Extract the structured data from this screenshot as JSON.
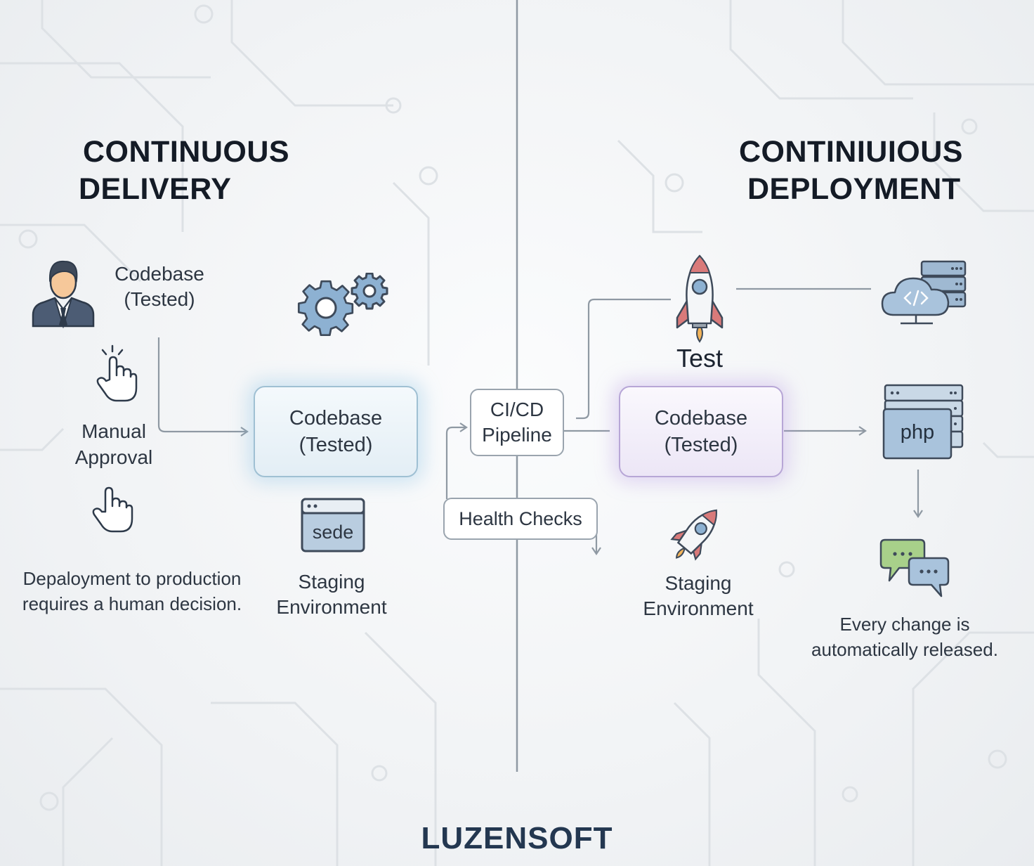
{
  "left": {
    "heading_line1": "CONTINUOUS",
    "heading_line2": "DELIVERY",
    "codebase_label_line1": "Codebase",
    "codebase_label_line2": "(Tested)",
    "manual_approval_line1": "Manual",
    "manual_approval_line2": "Approval",
    "codebase_box_line1": "Codebase",
    "codebase_box_line2": "(Tested)",
    "window_icon_text": "sede",
    "staging_line1": "Staging",
    "staging_line2": "Environment",
    "decision_line1": "Depaloyment to production",
    "decision_line2": "requires a human decision."
  },
  "center": {
    "pipeline_line1": "CI/CD",
    "pipeline_line2": "Pipeline",
    "health_checks": "Health Checks"
  },
  "right": {
    "heading_line1": "CONTINIUIOUS",
    "heading_line2": "DEPLOYMENT",
    "test_label": "Test",
    "codebase_box_line1": "Codebase",
    "codebase_box_line2": "(Tested)",
    "php_label": "php",
    "staging_line1": "Staging",
    "staging_line2": "Environment",
    "release_line1": "Every change is",
    "release_line2": "automatically released."
  },
  "footer": {
    "brand": "LUZENSOFT"
  },
  "colors": {
    "line": "#8f99a3",
    "blue_box_border": "#9fc0d3",
    "purple_box_border": "#b7a6d6",
    "brand": "#233750",
    "icon_dark": "#3e4a5a",
    "icon_blue": "#8db1d2"
  }
}
